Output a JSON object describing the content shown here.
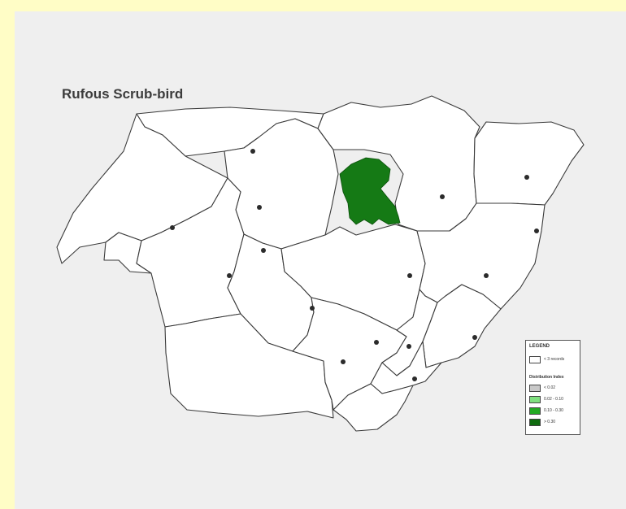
{
  "map": {
    "title": "Rufous Scrub-bird",
    "colors": {
      "background": "#fffdc6",
      "panel": "#efefef",
      "region_fill": "#ffffff",
      "distribution": "#157a15",
      "town": "#2b2b2b"
    }
  },
  "legend": {
    "title": "LEGEND",
    "no_data_label": "< 3 records",
    "index_title": "Distribution Index",
    "classes": [
      {
        "label": "< 0.02",
        "color": "#c8c8c8"
      },
      {
        "label": "0.02 - 0.10",
        "color": "#7fe07f"
      },
      {
        "label": "0.10 - 0.30",
        "color": "#22aa22"
      },
      {
        "label": "> 0.30",
        "color": "#0f6b0f"
      }
    ]
  }
}
